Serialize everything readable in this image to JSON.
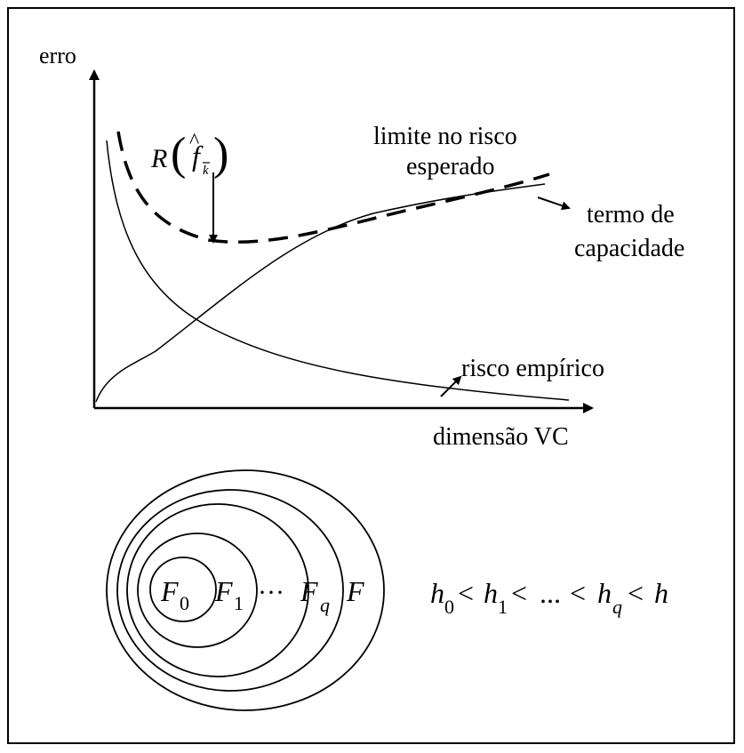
{
  "diagram": {
    "axes": {
      "y_label": "erro",
      "x_label": "dimensão VC"
    },
    "curves": {
      "bound_label_line1": "limite no risco",
      "bound_label_line2": "esperado",
      "capacity_label_line1": "termo de",
      "capacity_label_line2": "capacidade",
      "empirical_label": "risco empírico",
      "minimum_marker": "R(f̂_k̄)"
    },
    "nested_sets": {
      "sets": [
        "F0",
        "F1",
        "...",
        "Fq",
        "F"
      ],
      "relation": "h0 < h1 < ... < hq < h"
    },
    "colors": {
      "stroke": "#000000",
      "background": "#ffffff"
    }
  }
}
